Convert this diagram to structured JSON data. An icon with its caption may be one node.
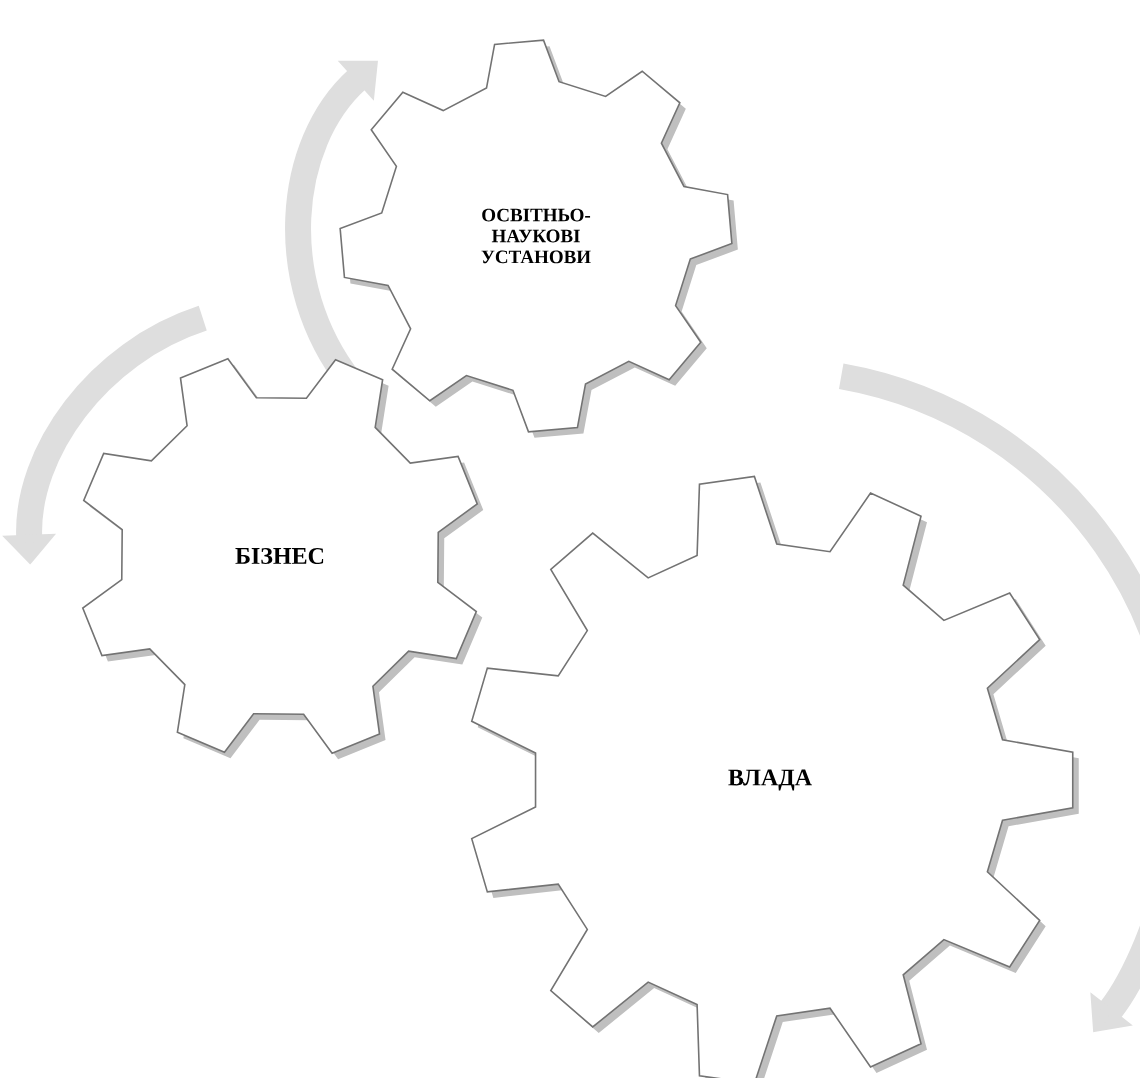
{
  "diagram": {
    "nodes": [
      {
        "text": [
          "ОСВІТНЬО-НАУКОВІ УСТАНОВИ"
        ]
      },
      {
        "text": [
          "БІЗНЕС"
        ]
      },
      {
        "text": [
          "ВЛАДА"
        ]
      }
    ]
  }
}
